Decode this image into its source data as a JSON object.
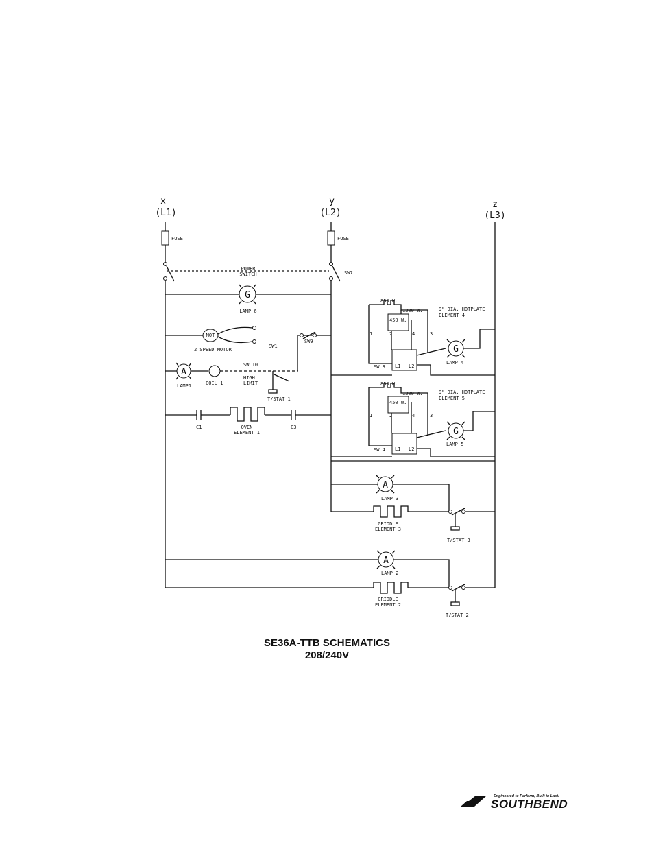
{
  "caption": {
    "title": "SE36A-TTB SCHEMATICS",
    "voltage": "208/240V"
  },
  "lines": {
    "x_letter": "x",
    "x_name": "(L1)",
    "y_letter": "y",
    "y_name": "(L2)",
    "z_letter": "z",
    "z_name": "(L3)"
  },
  "labels": {
    "fuse_left": "FUSE",
    "fuse_right": "FUSE",
    "power_switch_1": "POWER",
    "power_switch_2": "SWITCH",
    "sw7": "SW7",
    "lamp6": "LAMP 6",
    "mot": "MOT",
    "speed_motor": "2 SPEED MOTOR",
    "sw1": "SW1",
    "sw9": "SW9",
    "lamp1": "LAMP1",
    "coil1": "COIL 1",
    "sw10": "SW 10",
    "high": "HIGH",
    "limit": "LIMIT",
    "tstat1": "T/STAT 1",
    "c1": "C1",
    "oven1": "OVEN",
    "oven2": "ELEMENT 1",
    "c3": "C3",
    "w850_a": "850 W.",
    "w1300_a": "1300 W.",
    "w450_a": "450 W.",
    "hotplate4_1": "9\" DIA. HOTPLATE",
    "hotplate4_2": "ELEMENT 4",
    "t1_a": "1",
    "t2_a": "2",
    "t3_a": "3",
    "t4_a": "4",
    "lamp4": "LAMP 4",
    "sw3": "SW 3",
    "l1_a": "L1",
    "l2_a": "L2",
    "w850_b": "850 W.",
    "w1300_b": "1300 W.",
    "w450_b": "450 W.",
    "hotplate5_1": "9\" DIA. HOTPLATE",
    "hotplate5_2": "ELEMENT 5",
    "t1_b": "1",
    "t2_b": "2",
    "t3_b": "3",
    "t4_b": "4",
    "lamp5": "LAMP 5",
    "sw4": "SW 4",
    "l1_b": "L1",
    "l2_b": "L2",
    "lamp3": "LAMP 3",
    "griddle3_1": "GRIDDLE",
    "griddle3_2": "ELEMENT 3",
    "tstat3": "T/STAT 3",
    "lamp2": "LAMP 2",
    "griddle2_1": "GRIDDLE",
    "griddle2_2": "ELEMENT 2",
    "tstat2": "T/STAT 2",
    "lamp_g": "G",
    "lamp_a": "A"
  },
  "brand": {
    "name": "SOUTHBEND",
    "tagline": "Engineered to Perform, Built to Last."
  },
  "colors": {
    "ink": "#111111",
    "background": "#ffffff"
  }
}
